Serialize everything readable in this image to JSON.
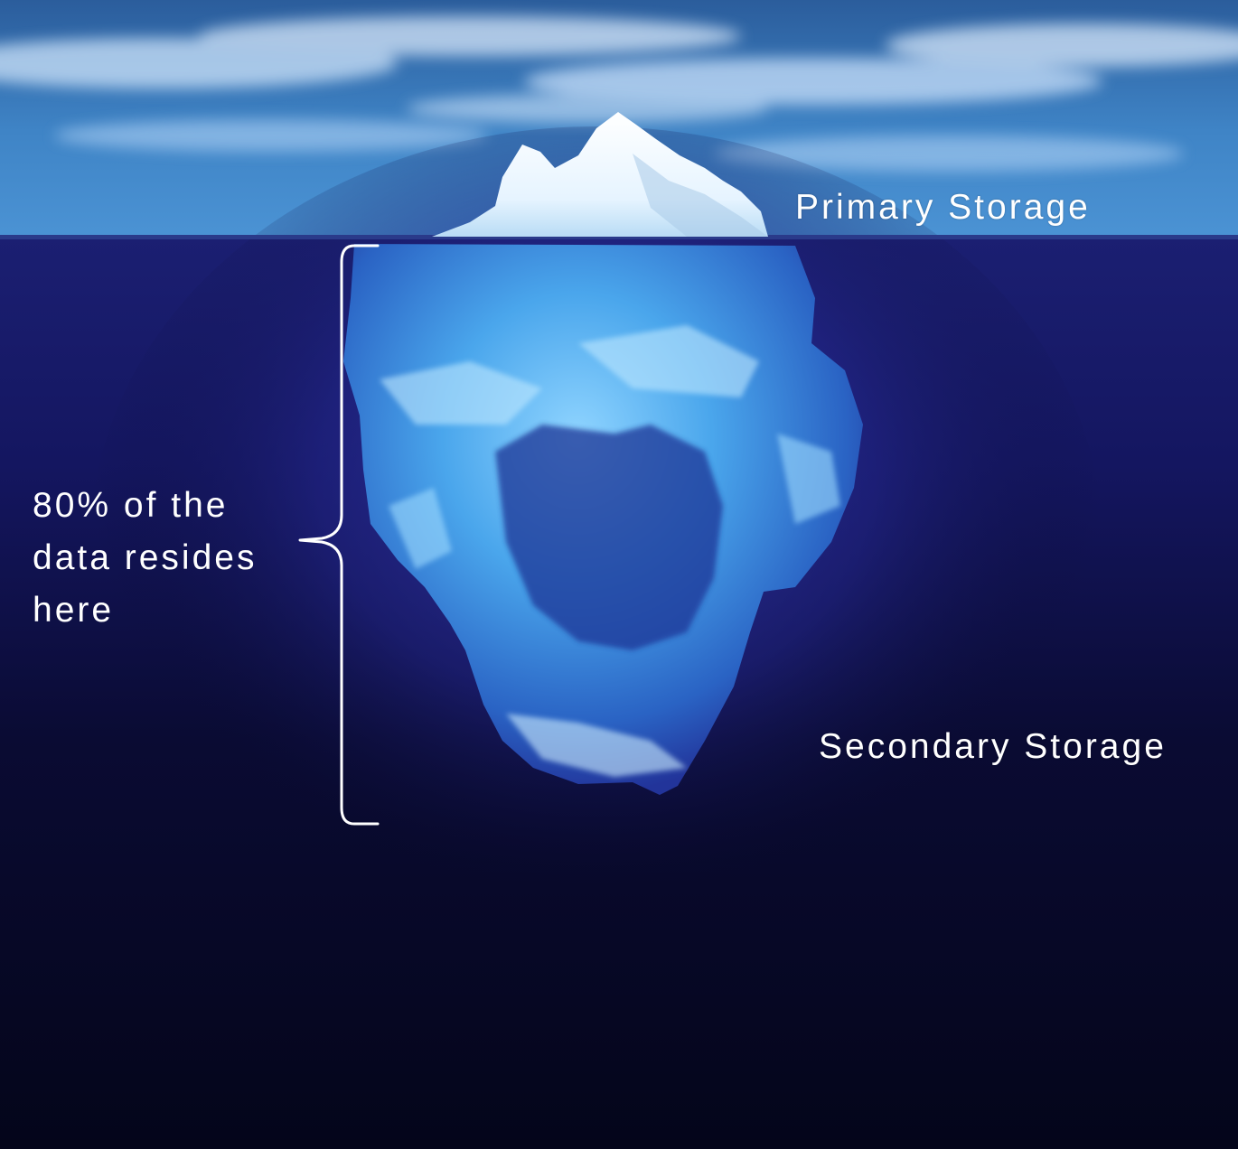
{
  "labels": {
    "primary": "Primary Storage",
    "secondary": "Secondary Storage",
    "note_lines": [
      "80% of the",
      "data resides",
      "here"
    ]
  },
  "colors": {
    "sky_top": "#2a5fa0",
    "sky_bottom": "#3f86c9",
    "waterline": "#1c2a7a",
    "deep_water": "#05061e",
    "mid_water": "#21237a",
    "ice_light": "#9fdcff",
    "ice_mid": "#3f9ae6",
    "ice_tip": "#ffffff",
    "text": "#ffffff"
  },
  "icons": {
    "bracket": "curly-brace-icon",
    "iceberg": "iceberg-illustration"
  }
}
